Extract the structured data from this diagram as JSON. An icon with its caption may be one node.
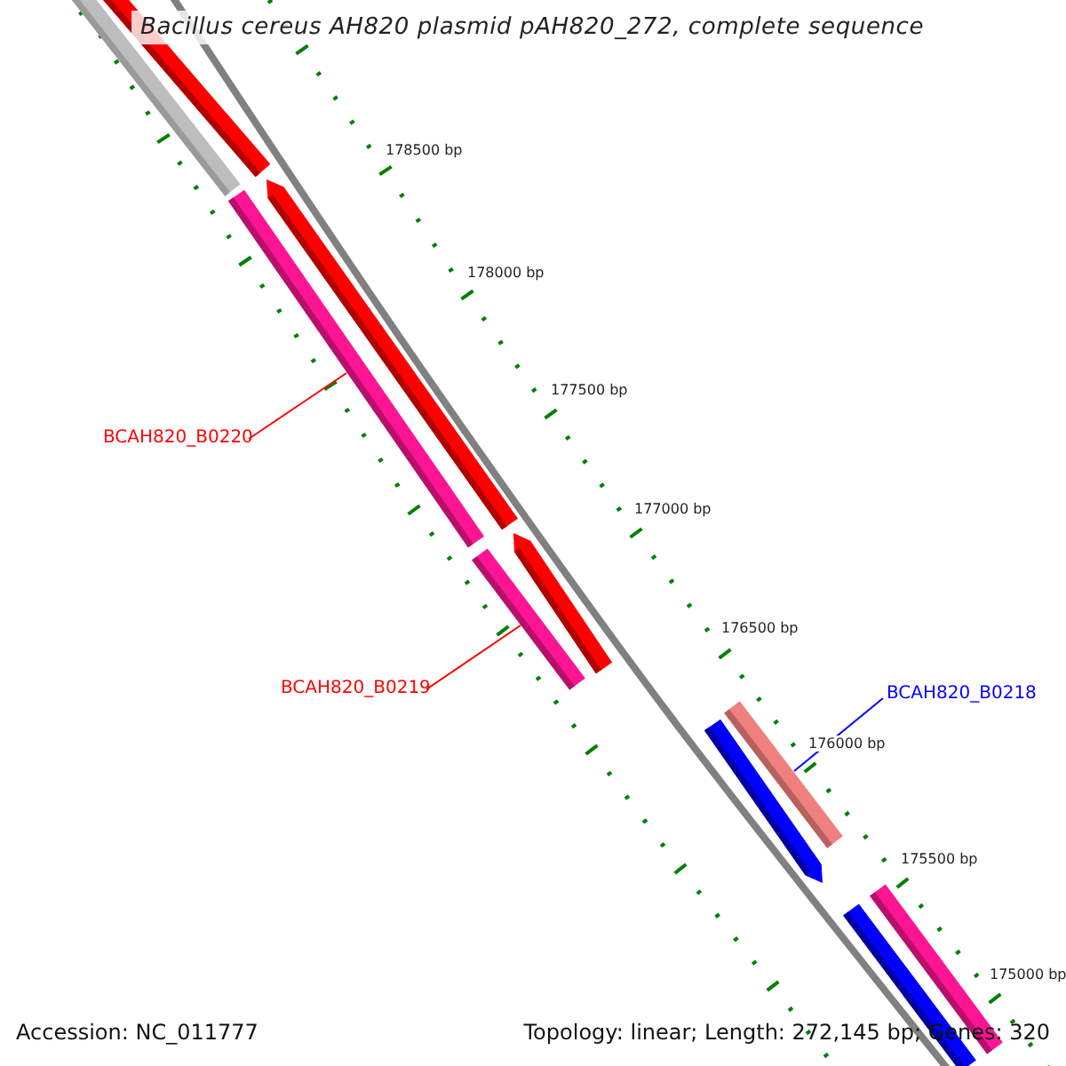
{
  "diagram": {
    "title": "Bacillus cereus AH820 plasmid pAH820_272, complete sequence",
    "nodes": [
      {
        "text": [
          "BCAH820_B0220"
        ]
      },
      {
        "text": [],
        "shape": "bar"
      },
      {
        "text": [
          "BCAH820_B0219"
        ]
      },
      {
        "text": [],
        "shape": "bar"
      },
      {
        "text": [
          "BCAH820_B0218"
        ]
      },
      {
        "text": [],
        "shape": "bar"
      }
    ],
    "edges": [
      {
        "from": 0,
        "to": 1,
        "arrow": "none"
      },
      {
        "from": 2,
        "to": 3,
        "arrow": "none"
      },
      {
        "from": 4,
        "to": 5,
        "arrow": "none",
        "color": "#0000ff"
      }
    ],
    "labels": [
      "178500 bp",
      "178000 bp",
      "177500 bp",
      "177000 bp",
      "176500 bp",
      "176000 bp",
      "175500 bp",
      "175000 bp",
      "Accession: NC_011777",
      "Topology: linear; Length: 272,145 bp; Genes: 320"
    ]
  }
}
